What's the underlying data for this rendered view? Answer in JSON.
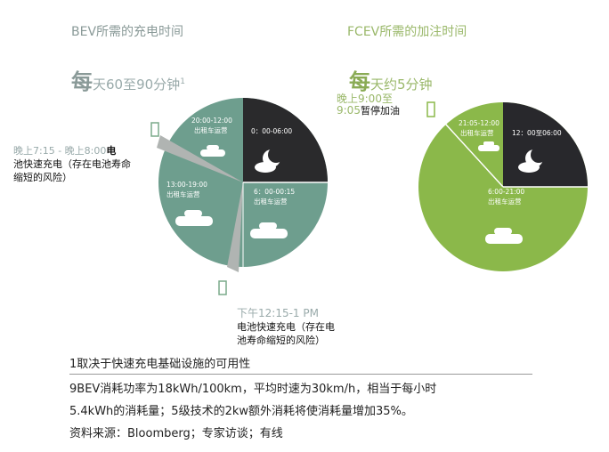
{
  "bev": {
    "title": "BEV所需的充电时间",
    "big_char": "每",
    "daily": "天60至90分钟",
    "sup": "1",
    "evening_time": "晚上7:15 - 晚上8:00",
    "evening_note_a": "电",
    "evening_note_b": "池快速充电（存在电池寿命",
    "evening_note_c": "缩短的风险）",
    "noon_time": "下午12:15-1 PM",
    "noon_note_a": "电池快速充电（存在电",
    "noon_note_b": "池寿命缩短的风险）",
    "seg_night": "0：00-06:00",
    "seg_a": "20:00-12:00",
    "seg_b": "13:00-19:00",
    "seg_c": "6：00-00:15",
    "op": "出租车运营",
    "colors": {
      "operate": "#6e9e8e",
      "night": "#2a2a2c",
      "charge": "#b0b4b2"
    }
  },
  "fcev": {
    "title": "FCEV所需的加注时间",
    "big_char": "每",
    "daily": "天约5分钟",
    "pause_time_a": "晚上9:00至",
    "pause_time_b": "9:05",
    "pause_note": "暂停加油",
    "seg_night": "12：00至06:00",
    "seg_a": "21:05-12:00",
    "seg_b": "6:00-21:00",
    "op": "出租车运营",
    "colors": {
      "operate": "#8bb84a",
      "night": "#28282c"
    }
  },
  "footer": {
    "note1": "1取决于快速充电基础设施的可用性",
    "note2a": "9BEV消耗功率为18kWh/100km，平均时速为30km/h，相当于每小时",
    "note2b": "5.4kWh的消耗量；5级技术的2kw额外消耗将使消耗量增加35%。",
    "source": "资料来源：Bloomberg；专家访谈；有线"
  }
}
